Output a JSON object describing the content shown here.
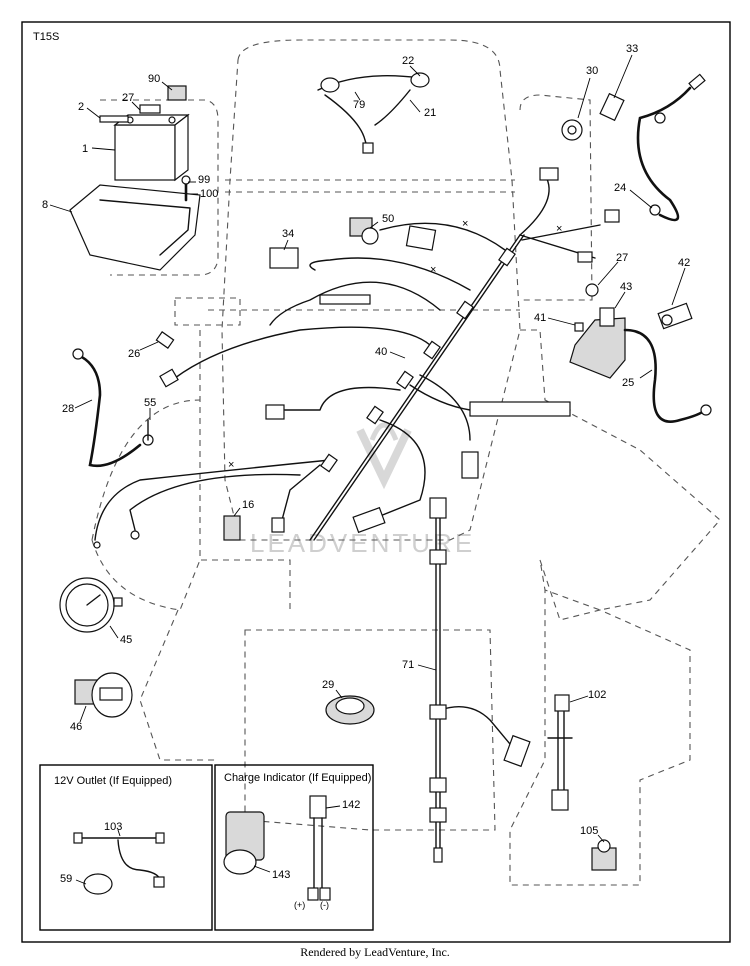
{
  "diagram_id": "T15S",
  "watermark": "LEADVENTURE",
  "footer": "Rendered by LeadVenture, Inc.",
  "insets": {
    "outlet_title": "12V Outlet  (If Equipped)",
    "charge_title": "Charge Indicator (If Equipped)",
    "polarity_plus": "(+)",
    "polarity_minus": "(-)"
  },
  "callouts": [
    "90",
    "2",
    "27",
    "1",
    "99",
    "100",
    "8",
    "22",
    "79",
    "21",
    "30",
    "33",
    "34",
    "50",
    "24",
    "27",
    "42",
    "41",
    "43",
    "26",
    "40",
    "25",
    "28",
    "55",
    "16",
    "45",
    "46",
    "29",
    "71",
    "102",
    "103",
    "59",
    "142",
    "143",
    "105"
  ]
}
